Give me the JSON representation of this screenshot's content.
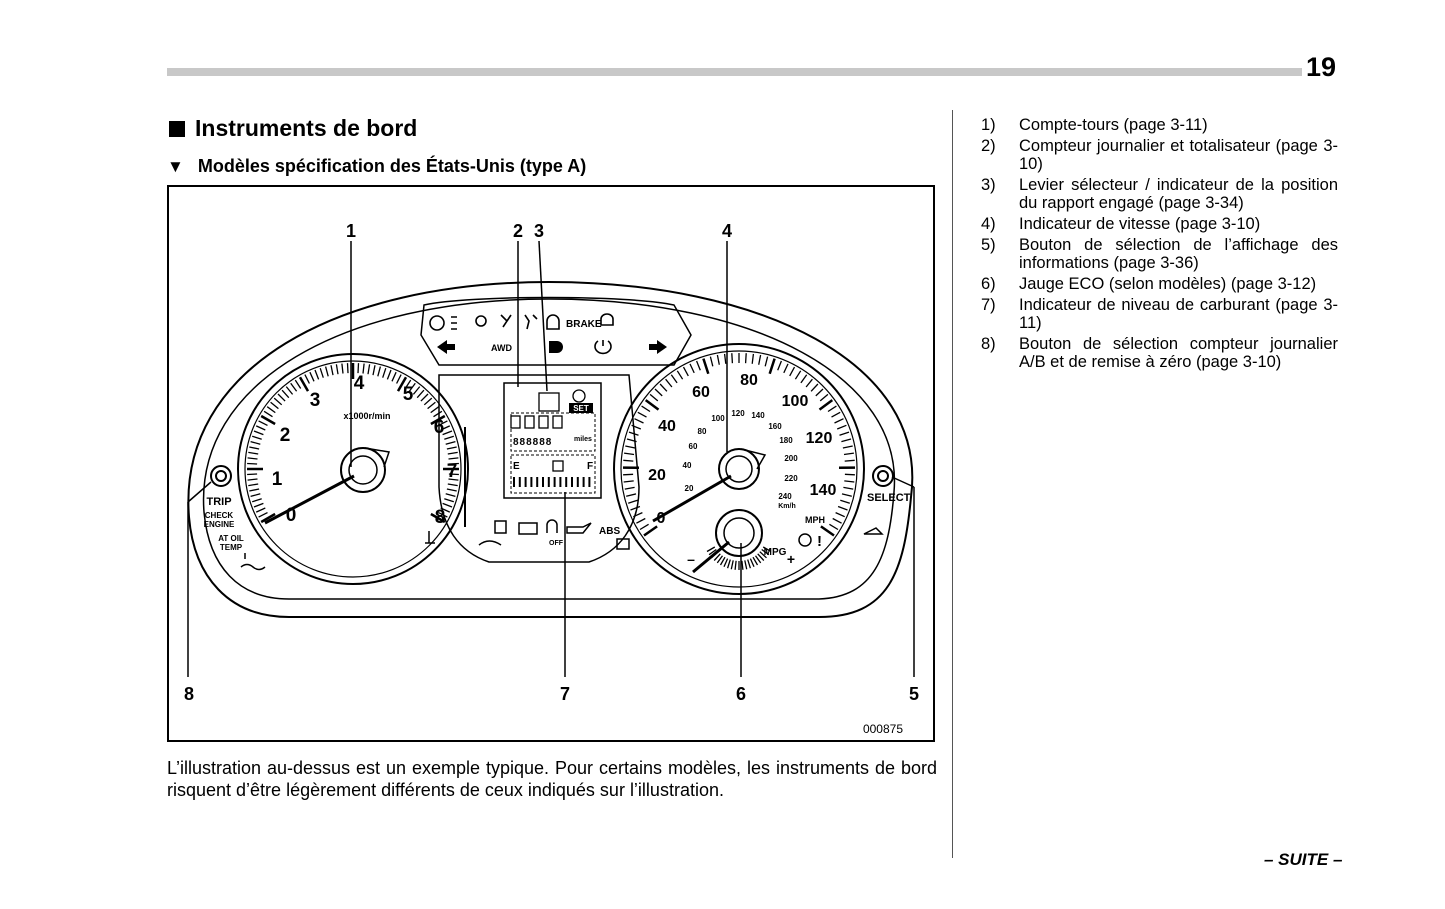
{
  "page_number": "19",
  "section_title": "Instruments de bord",
  "subsection_title": "Modèles spécification des États-Unis (type A)",
  "figure": {
    "callouts": [
      "1",
      "2",
      "3",
      "4",
      "5",
      "6",
      "7",
      "8"
    ],
    "figure_code": "000875",
    "tach_numbers": [
      "0",
      "1",
      "2",
      "3",
      "4",
      "5",
      "6",
      "7",
      "8"
    ],
    "tach_unit": "x1000r/min",
    "speed_mph": [
      "0",
      "20",
      "40",
      "60",
      "80",
      "100",
      "120",
      "140"
    ],
    "speed_kmh": [
      "20",
      "40",
      "60",
      "80",
      "100",
      "120",
      "140",
      "160",
      "180",
      "200",
      "220",
      "240"
    ],
    "kmh_label": "Km/h",
    "mph_label": "MPH",
    "mpg_label": "MPG",
    "mpg_minus": "–",
    "mpg_plus": "+",
    "brake_label": "BRAKE",
    "awd_label": "AWD",
    "abs_label": "ABS",
    "off_label": "OFF",
    "set_label": "SET",
    "miles_label": "miles",
    "fuel_e": "E",
    "fuel_f": "F",
    "trip_label": "TRIP",
    "check_label": "CHECK",
    "engine_label": "ENGINE",
    "atoil_label": "AT OIL",
    "temp_label": "TEMP",
    "select_label": "SELECT",
    "exclaim": "!",
    "lcd_digits": "888888"
  },
  "caption": "L’illustration au-dessus est un exemple typique. Pour certains modèles, les instruments de bord risquent d’être légèrement différents de ceux indiqués sur l’illustration.",
  "items": [
    {
      "num": "1)",
      "text": "Compte-tours (page 3-11)"
    },
    {
      "num": "2)",
      "text": "Compteur journalier et totalisateur (page 3-10)"
    },
    {
      "num": "3)",
      "text": "Levier sélecteur / indicateur de la position du rapport engagé (page 3-34)"
    },
    {
      "num": "4)",
      "text": "Indicateur de vitesse (page 3-10)"
    },
    {
      "num": "5)",
      "text": "Bouton de sélection de l’affichage des informations (page 3-36)"
    },
    {
      "num": "6)",
      "text": "Jauge ECO (selon modèles) (page 3-12)"
    },
    {
      "num": "7)",
      "text": "Indicateur de niveau de carburant (page 3-11)"
    },
    {
      "num": "8)",
      "text": "Bouton de sélection compteur journalier A/B et de remise à zéro (page 3-10)"
    }
  ],
  "continue_label": "– SUITE –"
}
